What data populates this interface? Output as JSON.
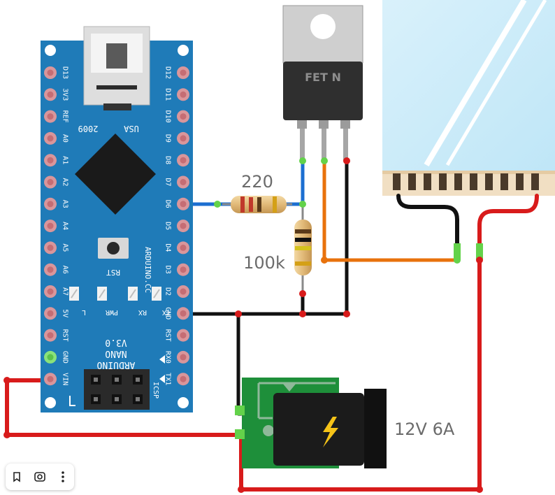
{
  "diagram": {
    "resistor_top_label": "220",
    "resistor_vertical_label": "100k",
    "supply_label": "12V 6A",
    "mosfet_label": "FET N",
    "board": {
      "left_pins": [
        "D13",
        "3V3",
        "REF",
        "A0",
        "A1",
        "A2",
        "A3",
        "A4",
        "A5",
        "A6",
        "A7",
        "5V",
        "RST",
        "GND",
        "VIN"
      ],
      "right_pins": [
        "D12",
        "D11",
        "D10",
        "D9",
        "D8",
        "D7",
        "D6",
        "D5",
        "D4",
        "D3",
        "D2",
        "GND",
        "RST",
        "RX0",
        "TX1"
      ],
      "usb_label": "USA",
      "year_label": "2009",
      "reset_label": "RST",
      "site_label": "ARDUINO.CC",
      "name_line1": "ARDUINO",
      "name_line2": "NANO",
      "name_line3": "V3.0",
      "icsp_label": "ICSP",
      "led_labels": [
        "L",
        "PWR",
        "RX",
        "TX"
      ]
    }
  },
  "toolbar": {
    "icons": [
      "bookmark-icon",
      "camera-icon",
      "more-vertical-icon"
    ]
  },
  "colors": {
    "board": "#1f7bb8",
    "wire_red": "#d81b1b",
    "wire_black": "#111111",
    "wire_blue": "#1c6fd1",
    "wire_orange": "#e8720c",
    "connector_green": "#63d24a",
    "pcb_green": "#1e8f3a"
  }
}
